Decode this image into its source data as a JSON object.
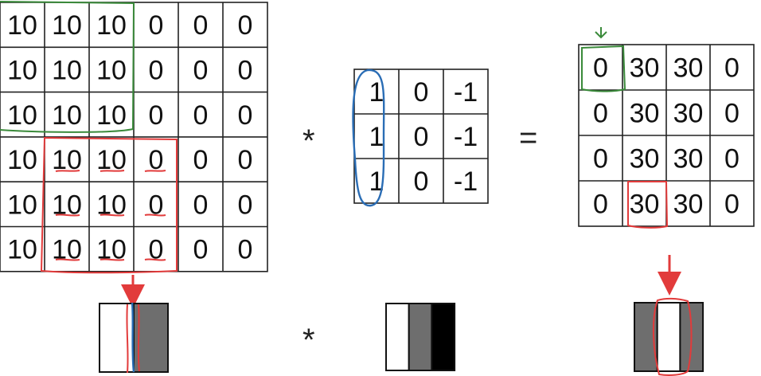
{
  "input_matrix": [
    [
      "10",
      "10",
      "10",
      "0",
      "0",
      "0"
    ],
    [
      "10",
      "10",
      "10",
      "0",
      "0",
      "0"
    ],
    [
      "10",
      "10",
      "10",
      "0",
      "0",
      "0"
    ],
    [
      "10",
      "10",
      "10",
      "0",
      "0",
      "0"
    ],
    [
      "10",
      "10",
      "10",
      "0",
      "0",
      "0"
    ],
    [
      "10",
      "10",
      "10",
      "0",
      "0",
      "0"
    ]
  ],
  "kernel_matrix": [
    [
      "1",
      "0",
      "-1"
    ],
    [
      "1",
      "0",
      "-1"
    ],
    [
      "1",
      "0",
      "-1"
    ]
  ],
  "output_matrix": [
    [
      "0",
      "30",
      "30",
      "0"
    ],
    [
      "0",
      "30",
      "30",
      "0"
    ],
    [
      "0",
      "30",
      "30",
      "0"
    ],
    [
      "0",
      "30",
      "30",
      "0"
    ]
  ],
  "operators": {
    "convolve_top": "*",
    "equals_top": "=",
    "convolve_bottom": "*"
  },
  "colors": {
    "green_marker": "#3a8a3a",
    "red_marker": "#e23b3b",
    "blue_marker": "#2a6db5",
    "gray": "#6e6e6e",
    "black": "#000000",
    "white": "#ffffff"
  },
  "visual_strips": {
    "input_image": [
      "white",
      "gray"
    ],
    "kernel_image": [
      "white",
      "gray",
      "black"
    ],
    "output_image": [
      "gray",
      "white",
      "gray"
    ]
  }
}
